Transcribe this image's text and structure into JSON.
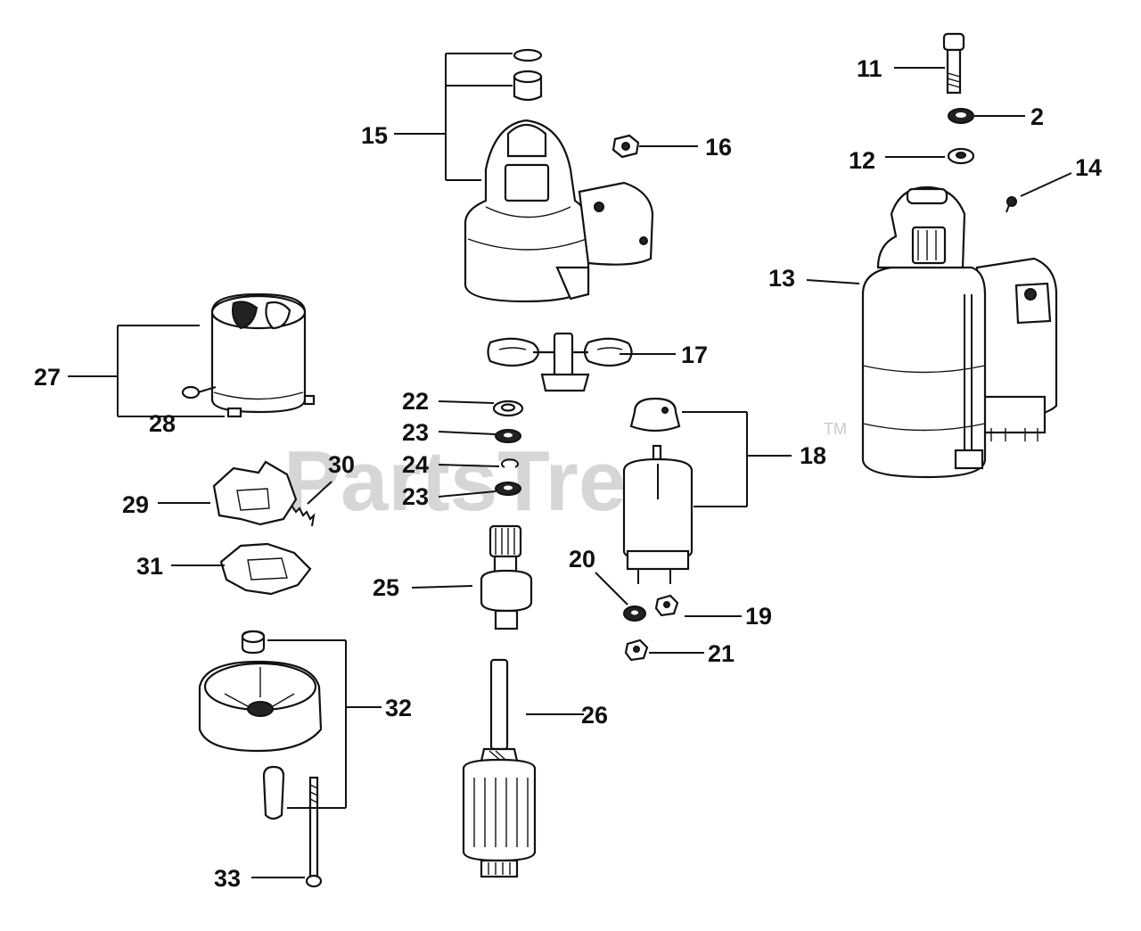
{
  "watermark": {
    "text": "PartsTree",
    "trademark": "TM"
  },
  "callouts": [
    {
      "id": "11",
      "label": "11"
    },
    {
      "id": "2",
      "label": "2"
    },
    {
      "id": "12",
      "label": "12"
    },
    {
      "id": "14",
      "label": "14"
    },
    {
      "id": "13",
      "label": "13"
    },
    {
      "id": "15",
      "label": "15"
    },
    {
      "id": "16",
      "label": "16"
    },
    {
      "id": "17",
      "label": "17"
    },
    {
      "id": "18",
      "label": "18"
    },
    {
      "id": "19",
      "label": "19"
    },
    {
      "id": "20",
      "label": "20"
    },
    {
      "id": "21",
      "label": "21"
    },
    {
      "id": "22",
      "label": "22"
    },
    {
      "id": "23a",
      "label": "23"
    },
    {
      "id": "24",
      "label": "24"
    },
    {
      "id": "23b",
      "label": "23"
    },
    {
      "id": "25",
      "label": "25"
    },
    {
      "id": "26",
      "label": "26"
    },
    {
      "id": "27",
      "label": "27"
    },
    {
      "id": "28",
      "label": "28"
    },
    {
      "id": "29",
      "label": "29"
    },
    {
      "id": "30",
      "label": "30"
    },
    {
      "id": "31",
      "label": "31"
    },
    {
      "id": "32",
      "label": "32"
    },
    {
      "id": "33",
      "label": "33"
    }
  ]
}
